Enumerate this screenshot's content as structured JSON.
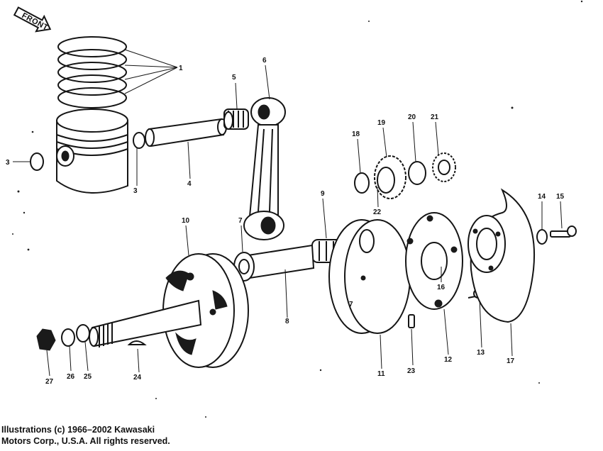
{
  "front_label": "FRONT",
  "callouts": {
    "c1": "1",
    "c3a": "3",
    "c3b": "3",
    "c4": "4",
    "c5": "5",
    "c6": "6",
    "c7a": "7",
    "c7b": "7",
    "c8": "8",
    "c9": "9",
    "c10": "10",
    "c11": "11",
    "c12": "12",
    "c13": "13",
    "c14": "14",
    "c15": "15",
    "c16": "16",
    "c17": "17",
    "c18": "18",
    "c19": "19",
    "c20": "20",
    "c21": "21",
    "c22": "22",
    "c23": "23",
    "c24": "24",
    "c25": "25",
    "c26": "26",
    "c27": "27"
  },
  "copyright": {
    "line1": "Illustrations (c) 1966–2002 Kawasaki",
    "line2": "Motors Corp., U.S.A.  All rights reserved."
  }
}
